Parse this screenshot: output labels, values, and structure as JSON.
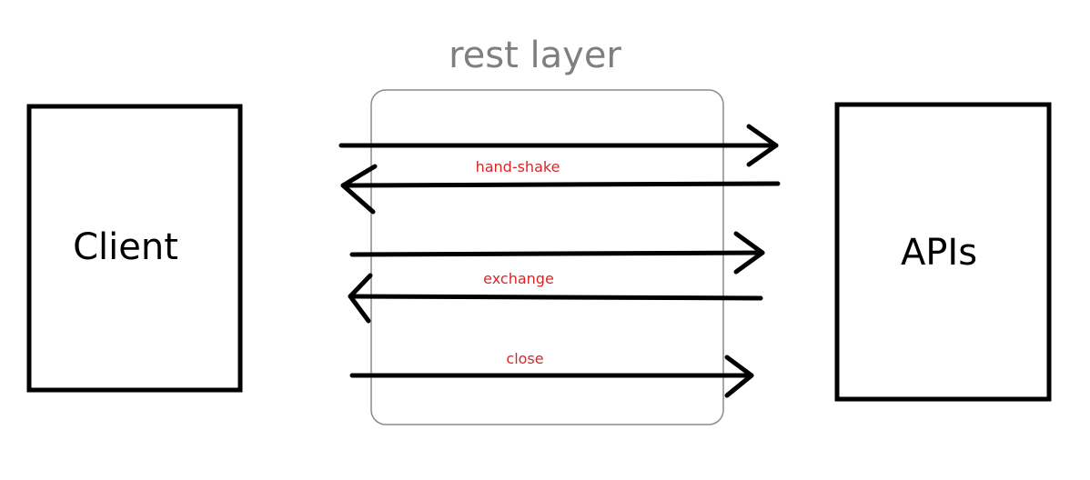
{
  "diagram": {
    "title": "rest layer",
    "client_label": "Client",
    "apis_label": "APIs",
    "steps": [
      {
        "label": "hand-shake"
      },
      {
        "label": "exchange"
      },
      {
        "label": "close"
      }
    ]
  },
  "colors": {
    "title": "#7f7f7f",
    "line": "#000000",
    "label": "#d62728",
    "layer_border": "#8a8a8a",
    "background": "#ffffff"
  }
}
